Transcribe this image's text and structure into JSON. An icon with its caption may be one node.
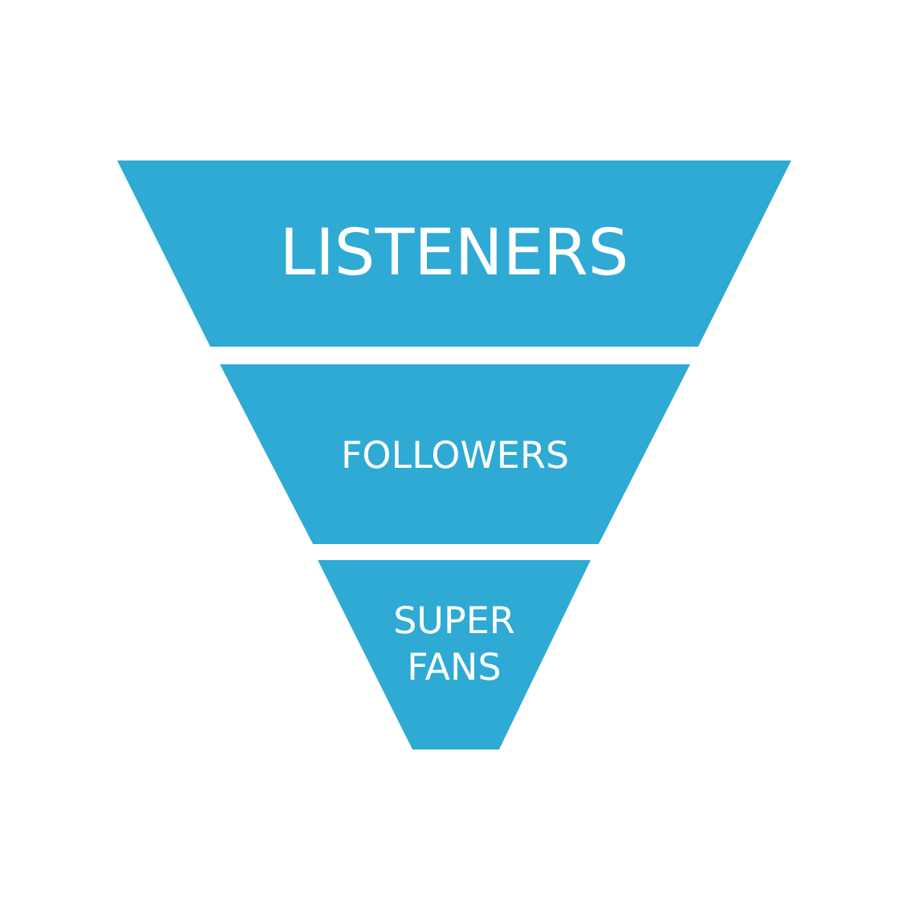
{
  "diagram": {
    "nodes": [
      {
        "text": [
          "LISTENERS"
        ]
      },
      {
        "text": [
          "FOLLOWERS"
        ]
      },
      {
        "text": [
          "SUPER FANS"
        ]
      }
    ]
  }
}
